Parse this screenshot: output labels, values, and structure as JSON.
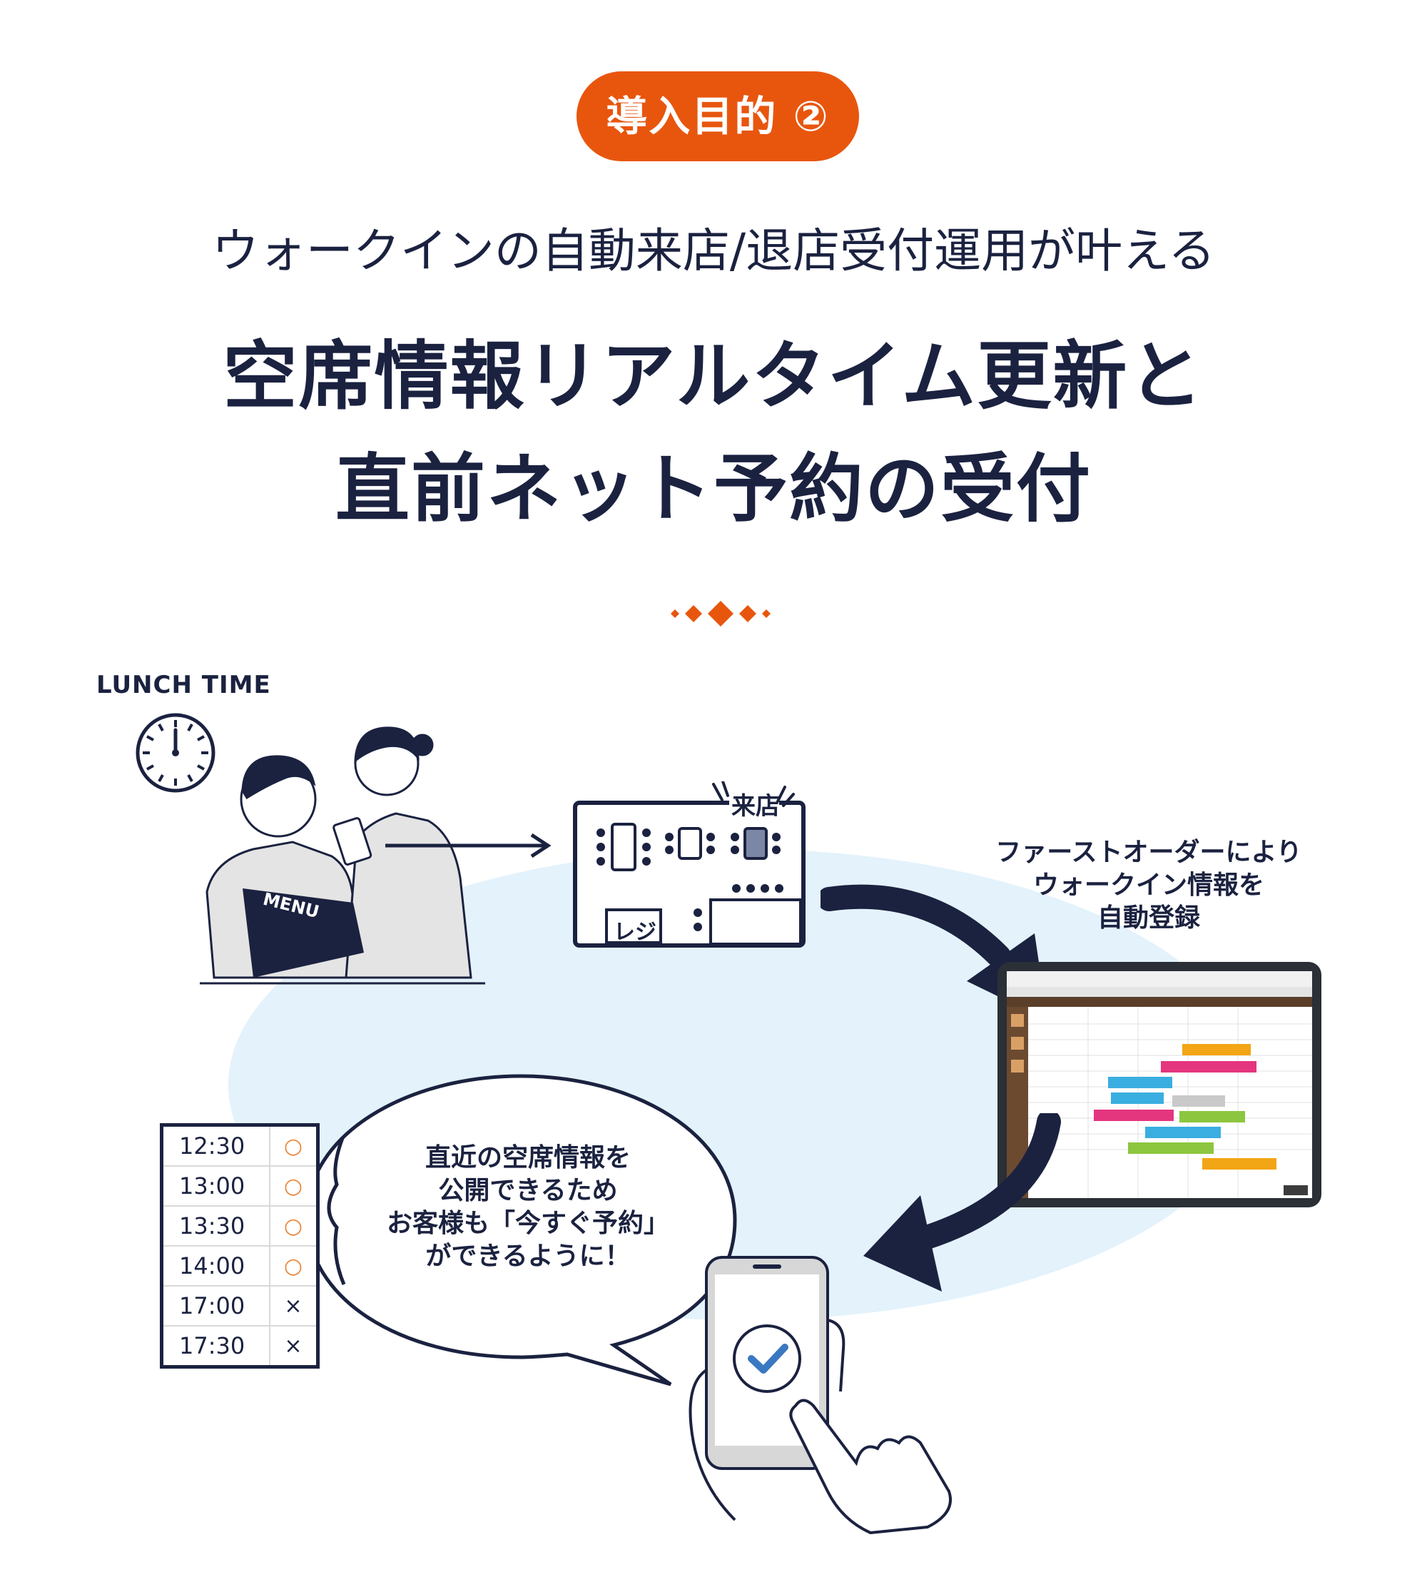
{
  "badge": {
    "label": "導入目的 ②"
  },
  "subtitle": "ウォークインの自動来店/退店受付運用が叶える",
  "title": {
    "line1": "空席情報リアルタイム更新と",
    "line2": "直前ネット予約の受付"
  },
  "colors": {
    "accent": "#e8560e",
    "navy": "#1b2240",
    "bubble_bg": "#e3f2fb"
  },
  "lunch_label": "LUNCH TIME",
  "menu_label": "MENU",
  "floor": {
    "arrival_label": "来店",
    "register_label": "レジ"
  },
  "caption_right": {
    "line1": "ファーストオーダーにより",
    "line2": "ウォークイン情報を",
    "line3": "自動登録"
  },
  "bubble": {
    "line1": "直近の空席情報を",
    "line2": "公開できるため",
    "line3": "お客様も「今すぐ予約」",
    "line4": "ができるように！"
  },
  "slots": [
    {
      "time": "12:30",
      "mark": "○",
      "available": true
    },
    {
      "time": "13:00",
      "mark": "○",
      "available": true
    },
    {
      "time": "13:30",
      "mark": "○",
      "available": true
    },
    {
      "time": "14:00",
      "mark": "○",
      "available": true
    },
    {
      "time": "17:00",
      "mark": "×",
      "available": false
    },
    {
      "time": "17:30",
      "mark": "×",
      "available": false
    }
  ],
  "icons": [
    "clock-icon",
    "diamond-divider-icon",
    "checkmark-icon",
    "tap-hand-icon",
    "flow-arrow-icon"
  ]
}
